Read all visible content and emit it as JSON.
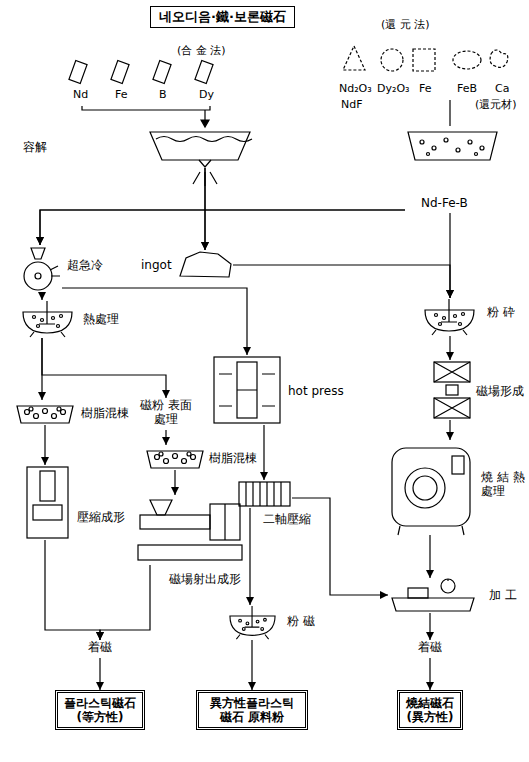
{
  "diagram": {
    "nodes": [
      {
        "text": [
          "네오디음·鐵·보론磁石"
        ]
      },
      {
        "text": [
          "容解"
        ]
      },
      {
        "text": [
          "Nd-Fe-B"
        ]
      },
      {
        "text": [
          "超急冷"
        ]
      },
      {
        "text": [
          "ingot"
        ]
      },
      {
        "text": [
          "粉 砕"
        ]
      },
      {
        "text": [
          "熱處理"
        ]
      },
      {
        "text": [
          "磁場形成"
        ]
      },
      {
        "text": [
          "樹脂混棟"
        ]
      },
      {
        "text": [
          "磁粉 表面處理"
        ]
      },
      {
        "text": [
          "hot press"
        ]
      },
      {
        "text": [
          "樹脂混棟"
        ]
      },
      {
        "text": [
          "壓縮成形"
        ]
      },
      {
        "text": [
          "磁場射出成形"
        ]
      },
      {
        "text": [
          "二軸壓縮"
        ]
      },
      {
        "text": [
          "燒 結 熱處理"
        ]
      },
      {
        "text": [
          "加 工"
        ]
      },
      {
        "text": [
          "着磁"
        ]
      },
      {
        "text": [
          "粉 磁"
        ]
      },
      {
        "text": [
          "着磁"
        ]
      },
      {
        "text": [
          "플라스틱磁石",
          "(等方性)"
        ]
      },
      {
        "text": [
          "異方性플라스틱 磁石 原料粉"
        ]
      },
      {
        "text": [
          "燒結磁石",
          "(異方性)"
        ]
      }
    ],
    "edges": [
      {
        "from": 1,
        "to": 3,
        "arrow": "to"
      },
      {
        "from": 1,
        "to": 4,
        "arrow": "to"
      },
      {
        "from": 2,
        "to": 3,
        "arrow": "to"
      },
      {
        "from": 2,
        "to": 4,
        "arrow": "to"
      },
      {
        "from": 2,
        "to": 5,
        "arrow": "to"
      },
      {
        "from": 4,
        "to": 5,
        "arrow": "to"
      },
      {
        "from": 3,
        "to": 6,
        "arrow": "to"
      },
      {
        "from": 3,
        "to": 10,
        "arrow": "to"
      },
      {
        "from": 6,
        "to": 8,
        "arrow": "to"
      },
      {
        "from": 6,
        "to": 9,
        "arrow": "to"
      },
      {
        "from": 9,
        "to": 11,
        "arrow": "to"
      },
      {
        "from": 11,
        "to": 13,
        "arrow": "to"
      },
      {
        "from": 8,
        "to": 12,
        "arrow": "to"
      },
      {
        "from": 12,
        "to": 17,
        "arrow": "to"
      },
      {
        "from": 13,
        "to": 17,
        "arrow": "to"
      },
      {
        "from": 17,
        "to": 20,
        "arrow": "to"
      },
      {
        "from": 10,
        "to": 14,
        "arrow": "to"
      },
      {
        "from": 14,
        "to": 18,
        "arrow": "to"
      },
      {
        "from": 14,
        "to": 16,
        "arrow": "to"
      },
      {
        "from": 18,
        "to": 21,
        "arrow": "to"
      },
      {
        "from": 5,
        "to": 7,
        "arrow": "to"
      },
      {
        "from": 7,
        "to": 15,
        "arrow": "to"
      },
      {
        "from": 15,
        "to": 16,
        "arrow": "to"
      },
      {
        "from": 16,
        "to": 19,
        "arrow": "to"
      },
      {
        "from": 19,
        "to": 22,
        "arrow": "to"
      }
    ],
    "labels": [
      "(合 金 法)",
      "Nd",
      "Fe",
      "B",
      "Dy",
      "(還 元 法)",
      "Nd₂O₃",
      "Dy₂O₃",
      "Fe",
      "FeB",
      "Ca",
      "NdF",
      "(還元材)"
    ]
  }
}
